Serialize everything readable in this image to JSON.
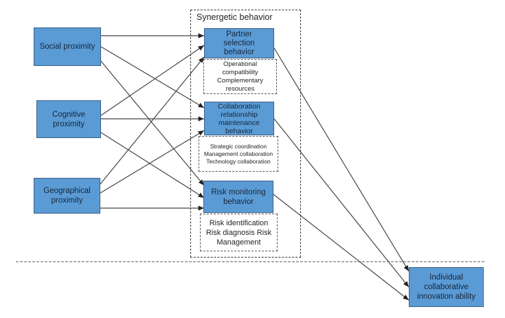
{
  "diagram": {
    "synergy_group_title": "Synergetic behavior",
    "inputs": [
      {
        "id": "social",
        "label": "Social proximity"
      },
      {
        "id": "cognitive",
        "label": "Cognitive proximity"
      },
      {
        "id": "geographical",
        "label": "Geographical proximity"
      }
    ],
    "behaviors": [
      {
        "id": "partner",
        "label": "Partner selection behavior",
        "details": "Operational compatibility Complementary resources"
      },
      {
        "id": "collab",
        "label": "Collaboration relationship maintenance behavior",
        "details": "Strategic coordination Management collaboration Technology collaboration"
      },
      {
        "id": "risk",
        "label": "Risk monitoring behavior",
        "details": "Risk identification Risk diagnosis Risk Management"
      }
    ],
    "output": {
      "id": "ability",
      "label": "Individual collaborative innovation ability"
    },
    "edges": [
      [
        "social",
        "partner"
      ],
      [
        "social",
        "collab"
      ],
      [
        "social",
        "risk"
      ],
      [
        "cognitive",
        "partner"
      ],
      [
        "cognitive",
        "collab"
      ],
      [
        "cognitive",
        "risk"
      ],
      [
        "geographical",
        "partner"
      ],
      [
        "geographical",
        "collab"
      ],
      [
        "geographical",
        "risk"
      ],
      [
        "partner",
        "ability"
      ],
      [
        "collab",
        "ability"
      ],
      [
        "risk",
        "ability"
      ]
    ],
    "colors": {
      "node_fill": "#5b9bd5",
      "node_border": "#3a5f84",
      "line": "#444444"
    }
  }
}
